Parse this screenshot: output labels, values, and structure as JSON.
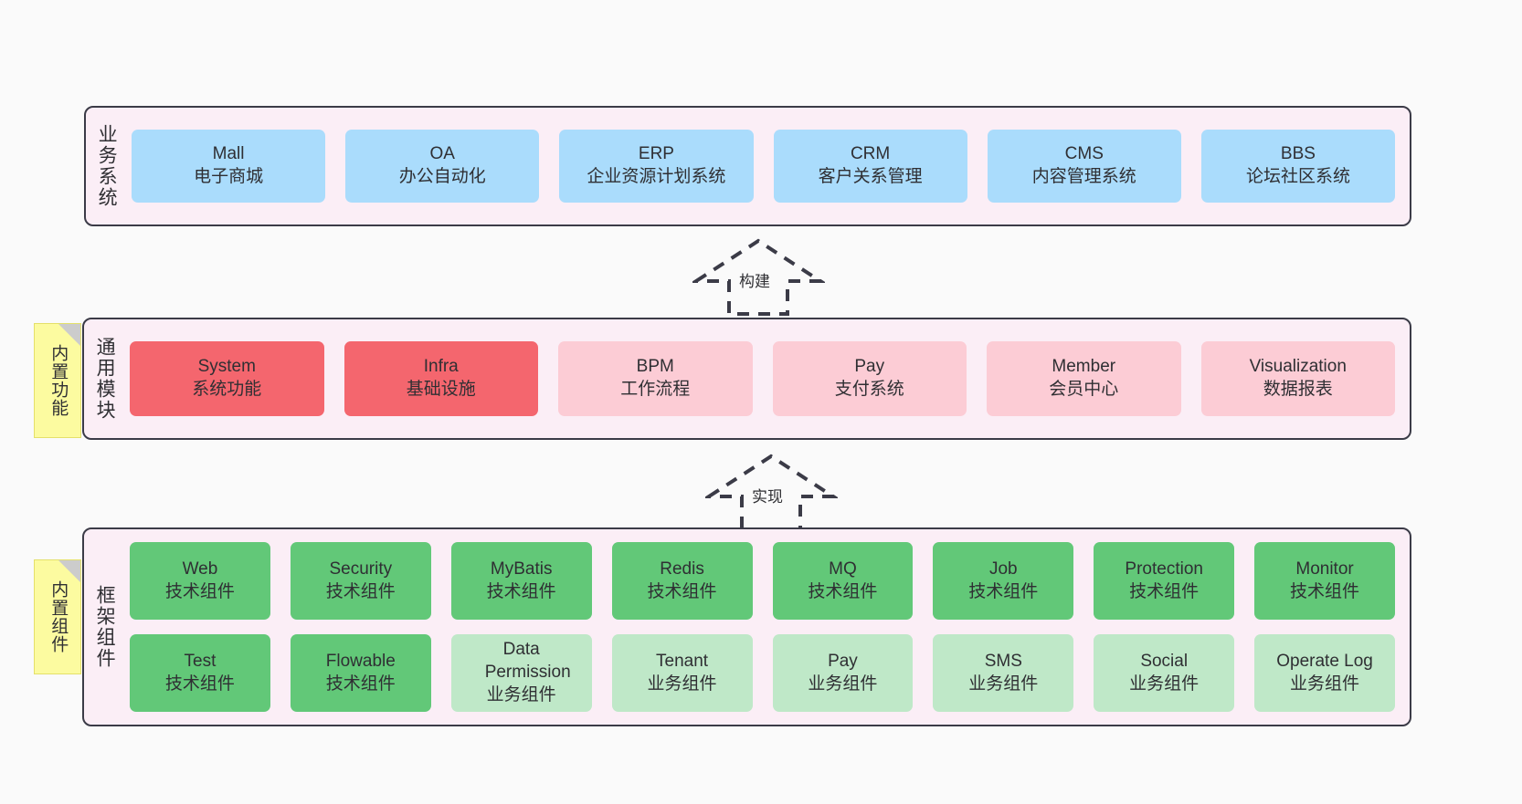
{
  "diagram": {
    "background_color": "#fafafa",
    "layers": [
      {
        "id": "business",
        "title": "业务系统",
        "container_color": "#fbeef6",
        "card_color": "#aadcfc",
        "cards": [
          {
            "en": "Mall",
            "cn": "电子商城"
          },
          {
            "en": "OA",
            "cn": "办公自动化"
          },
          {
            "en": "ERP",
            "cn": "企业资源计划系统"
          },
          {
            "en": "CRM",
            "cn": "客户关系管理"
          },
          {
            "en": "CMS",
            "cn": "内容管理系统"
          },
          {
            "en": "BBS",
            "cn": "论坛社区系统"
          }
        ]
      },
      {
        "id": "modules",
        "title": "通用模块",
        "note": "内置功能",
        "container_color": "#fbeef6",
        "card_color_strong": "#f4666e",
        "card_color_soft": "#fcccd5",
        "cards": [
          {
            "en": "System",
            "cn": "系统功能",
            "emphasis": "strong"
          },
          {
            "en": "Infra",
            "cn": "基础设施",
            "emphasis": "strong"
          },
          {
            "en": "BPM",
            "cn": "工作流程",
            "emphasis": "soft"
          },
          {
            "en": "Pay",
            "cn": "支付系统",
            "emphasis": "soft"
          },
          {
            "en": "Member",
            "cn": "会员中心",
            "emphasis": "soft"
          },
          {
            "en": "Visualization",
            "cn": "数据报表",
            "emphasis": "soft"
          }
        ]
      },
      {
        "id": "framework",
        "title": "框架组件",
        "note": "内置组件",
        "container_color": "#fbeef6",
        "card_color_tech": "#62c878",
        "card_color_biz": "#bfe8c8",
        "row_top": [
          {
            "en": "Web",
            "cn": "技术组件"
          },
          {
            "en": "Security",
            "cn": "技术组件"
          },
          {
            "en": "MyBatis",
            "cn": "技术组件"
          },
          {
            "en": "Redis",
            "cn": "技术组件"
          },
          {
            "en": "MQ",
            "cn": "技术组件"
          },
          {
            "en": "Job",
            "cn": "技术组件"
          },
          {
            "en": "Protection",
            "cn": "技术组件"
          },
          {
            "en": "Monitor",
            "cn": "技术组件"
          }
        ],
        "row_bottom": [
          {
            "en": "Test",
            "cn": "技术组件",
            "kind": "tech"
          },
          {
            "en": "Flowable",
            "cn": "技术组件",
            "kind": "tech"
          },
          {
            "en": "Data Permission",
            "cn": "业务组件",
            "kind": "biz"
          },
          {
            "en": "Tenant",
            "cn": "业务组件",
            "kind": "biz"
          },
          {
            "en": "Pay",
            "cn": "业务组件",
            "kind": "biz"
          },
          {
            "en": "SMS",
            "cn": "业务组件",
            "kind": "biz"
          },
          {
            "en": "Social",
            "cn": "业务组件",
            "kind": "biz"
          },
          {
            "en": "Operate Log",
            "cn": "业务组件",
            "kind": "biz"
          }
        ]
      }
    ],
    "arrows": [
      {
        "id": "build",
        "label": "构建",
        "direction": "up",
        "style": "dashed-hollow"
      },
      {
        "id": "implement",
        "label": "实现",
        "direction": "up",
        "style": "dashed-hollow"
      }
    ]
  }
}
